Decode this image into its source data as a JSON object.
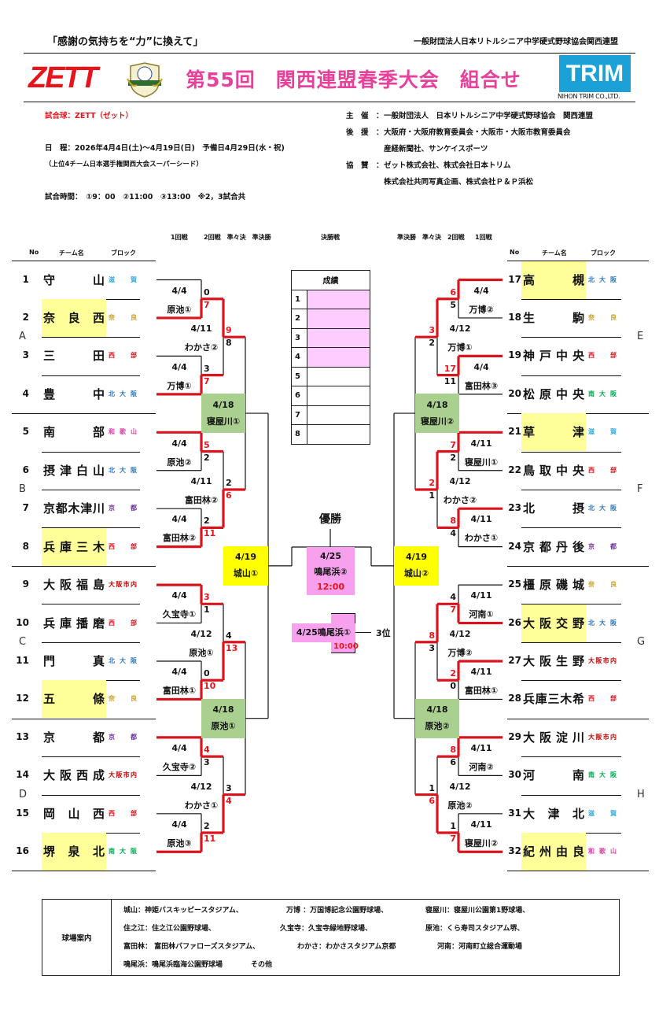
{
  "header": {
    "slogan": "「感謝の気持ちを“力”に換えて」",
    "organization": "一般財団法人日本リトルシニア中学硬式野球協会関西連盟",
    "zett_logo": "ZETT",
    "emblem_logo": "LSBA",
    "title": "第55回　関西連盟春季大会　組合せ",
    "trim_logo": "TRIM",
    "trim_sub": "NIHON TRIM CO.,LTD."
  },
  "info": {
    "ball": "試合球：ZETT（ゼット）",
    "schedule": "日　程：2026年4月4日(土)～4月19日(日)　予備日4月29日(水・祝)",
    "seed_note": "（上位4チーム日本選手権関西大会スーパーシード）",
    "times": "試合時間：　①9：00　②11:00　③13:00　※2，3試合共",
    "host_label": "主　催　：",
    "host": "一般財団法人　日本リトルシニア中学硬式野球協会　関西連盟",
    "support_label": "後　援　：",
    "support1": "大阪府・大阪府教育委員会・大阪市・大阪市教育委員会",
    "support2": "産経新聞社、サンケイスポーツ",
    "sponsor_label": "協　賛　：",
    "sponsor1": "ゼット株式会社、株式会社日本トリム",
    "sponsor2": "株式会社共同写真企画、株式会社Ｐ＆Ｐ浜松"
  },
  "round_headers": {
    "left_r1": "1回戦",
    "left_rest": "2回戦　準々決　準決勝",
    "center": "決勝戦",
    "right_rest": "準決勝　準々決　2回戦",
    "right_r1": "1回戦",
    "no": "No",
    "team": "チーム名",
    "block": "ブロック"
  },
  "colors": {
    "滋賀": "#2aa8e0",
    "奈良": "#c9a227",
    "西部": "#e8141c",
    "北大阪": "#2e75b6",
    "和歌山": "#e040a0",
    "京都": "#7030a0",
    "大阪市内": "#c00000",
    "南大阪": "#00a850"
  },
  "groups": [
    "A",
    "B",
    "C",
    "D",
    "E",
    "F",
    "G",
    "H"
  ],
  "teams": [
    {
      "no": "1",
      "name": "守山",
      "block": "滋賀",
      "seed": false
    },
    {
      "no": "2",
      "name": "奈良西",
      "block": "奈良",
      "seed": true
    },
    {
      "no": "3",
      "name": "三田",
      "block": "西部",
      "seed": false
    },
    {
      "no": "4",
      "name": "豊中",
      "block": "北大阪",
      "seed": false
    },
    {
      "no": "5",
      "name": "南部",
      "block": "和歌山",
      "seed": false
    },
    {
      "no": "6",
      "name": "摂津白山",
      "block": "北大阪",
      "seed": false
    },
    {
      "no": "7",
      "name": "京都木津川",
      "block": "京都",
      "seed": false
    },
    {
      "no": "8",
      "name": "兵庫三木",
      "block": "西部",
      "seed": true
    },
    {
      "no": "9",
      "name": "大阪福島",
      "block": "大阪市内",
      "seed": false
    },
    {
      "no": "10",
      "name": "兵庫播磨",
      "block": "西部",
      "seed": false
    },
    {
      "no": "11",
      "name": "門真",
      "block": "北大阪",
      "seed": false
    },
    {
      "no": "12",
      "name": "五條",
      "block": "奈良",
      "seed": true
    },
    {
      "no": "13",
      "name": "京都",
      "block": "京都",
      "seed": false
    },
    {
      "no": "14",
      "name": "大阪西成",
      "block": "大阪市内",
      "seed": false
    },
    {
      "no": "15",
      "name": "岡山西",
      "block": "西部",
      "seed": false
    },
    {
      "no": "16",
      "name": "堺泉北",
      "block": "南大阪",
      "seed": true
    },
    {
      "no": "17",
      "name": "高槻",
      "block": "北大阪",
      "seed": true
    },
    {
      "no": "18",
      "name": "生駒",
      "block": "奈良",
      "seed": false
    },
    {
      "no": "19",
      "name": "神戸中央",
      "block": "西部",
      "seed": false
    },
    {
      "no": "20",
      "name": "松原中央",
      "block": "南大阪",
      "seed": false
    },
    {
      "no": "21",
      "name": "草津",
      "block": "滋賀",
      "seed": true
    },
    {
      "no": "22",
      "name": "鳥取中央",
      "block": "西部",
      "seed": false
    },
    {
      "no": "23",
      "name": "北摂",
      "block": "北大阪",
      "seed": false
    },
    {
      "no": "24",
      "name": "京都丹後",
      "block": "京都",
      "seed": false
    },
    {
      "no": "25",
      "name": "橿原磯城",
      "block": "奈良",
      "seed": false
    },
    {
      "no": "26",
      "name": "大阪交野",
      "block": "北大阪",
      "seed": true
    },
    {
      "no": "27",
      "name": "大阪生野",
      "block": "大阪市内",
      "seed": false
    },
    {
      "no": "28",
      "name": "兵庫三木希",
      "block": "西部",
      "seed": false
    },
    {
      "no": "29",
      "name": "大阪淀川",
      "block": "大阪市内",
      "seed": false
    },
    {
      "no": "30",
      "name": "河南",
      "block": "南大阪",
      "seed": false
    },
    {
      "no": "31",
      "name": "大津北",
      "block": "滋賀",
      "seed": false
    },
    {
      "no": "32",
      "name": "紀州由良",
      "block": "和歌山",
      "seed": true
    }
  ],
  "left": {
    "r1": [
      {
        "date": "4/4",
        "venue": "原池①",
        "scores": [
          "0",
          "7"
        ],
        "winner": 1
      },
      {
        "date": "4/4",
        "venue": "万博①",
        "scores": [
          "3",
          "7"
        ],
        "winner": 1
      },
      {
        "date": "4/4",
        "venue": "原池②",
        "scores": [
          "5",
          "2"
        ],
        "winner": 0
      },
      {
        "date": "4/4",
        "venue": "富田林②",
        "scores": [
          "2",
          "11"
        ],
        "winner": 1
      },
      {
        "date": "4/4",
        "venue": "久宝寺①",
        "scores": [
          "3",
          "1"
        ],
        "winner": 0
      },
      {
        "date": "4/4",
        "venue": "富田林①",
        "scores": [
          "0",
          "10"
        ],
        "winner": 1
      },
      {
        "date": "4/4",
        "venue": "久宝寺②",
        "scores": [
          "4",
          "3"
        ],
        "winner": 0
      },
      {
        "date": "4/4",
        "venue": "原池③",
        "scores": [
          "2",
          "11"
        ],
        "winner": 1
      }
    ],
    "r2": [
      {
        "date": "4/11",
        "venue": "わかさ②",
        "scores": [
          "9",
          "8"
        ],
        "winner": 0
      },
      {
        "date": "4/11",
        "venue": "富田林②",
        "scores": [
          "2",
          "6"
        ],
        "winner": 1
      },
      {
        "date": "4/12",
        "venue": "原池①",
        "scores": [
          "4",
          "13"
        ],
        "winner": 1
      },
      {
        "date": "4/12",
        "venue": "わかさ①",
        "scores": [
          "3",
          "4"
        ],
        "winner": 1
      }
    ],
    "qf": [
      {
        "date": "4/18",
        "venue": "寝屋川①"
      },
      {
        "date": "4/18",
        "venue": "原池①"
      }
    ],
    "sf": {
      "date": "4/19",
      "venue": "城山①"
    }
  },
  "right": {
    "r1": [
      {
        "date": "4/4",
        "venue": "万博②",
        "scores": [
          "6",
          "5"
        ],
        "winner": 0
      },
      {
        "date": "4/4",
        "venue": "富田林③",
        "scores": [
          "17",
          "11"
        ],
        "winner": 0
      },
      {
        "date": "4/11",
        "venue": "寝屋川①",
        "scores": [
          "7",
          "2"
        ],
        "winner": 0
      },
      {
        "date": "4/11",
        "venue": "わかさ①",
        "scores": [
          "8",
          "4"
        ],
        "winner": 0
      },
      {
        "date": "4/11",
        "venue": "河南①",
        "scores": [
          "4",
          "7"
        ],
        "winner": 1
      },
      {
        "date": "4/11",
        "venue": "富田林①",
        "scores": [
          "2",
          "0"
        ],
        "winner": 0
      },
      {
        "date": "4/11",
        "venue": "河南②",
        "scores": [
          "8",
          "6"
        ],
        "winner": 0
      },
      {
        "date": "4/11",
        "venue": "寝屋川②",
        "scores": [
          "1",
          "7"
        ],
        "winner": 1
      }
    ],
    "r2": [
      {
        "date": "4/12",
        "venue": "万博①",
        "scores": [
          "3",
          "2"
        ],
        "winner": 0
      },
      {
        "date": "4/12",
        "venue": "わかさ②",
        "scores": [
          "2",
          "1"
        ],
        "winner": 0
      },
      {
        "date": "4/12",
        "venue": "万博②",
        "scores": [
          "8",
          "3"
        ],
        "winner": 0
      },
      {
        "date": "4/12",
        "venue": "原池②",
        "scores": [
          "1",
          "6"
        ],
        "winner": 1
      }
    ],
    "qf": [
      {
        "date": "4/18",
        "venue": "寝屋川②"
      },
      {
        "date": "4/18",
        "venue": "原池②"
      }
    ],
    "sf": {
      "date": "4/19",
      "venue": "城山②"
    }
  },
  "final": {
    "label": "優勝",
    "date": "4/25",
    "venue": "鳴尾浜②",
    "time": "12:00"
  },
  "third": {
    "text": "4/25鳴尾浜①",
    "time": "10:00",
    "label": "3位"
  },
  "results": {
    "title": "成績",
    "ranks": [
      "1",
      "2",
      "3",
      "4",
      "5",
      "6",
      "7",
      "8"
    ],
    "highlighted": 4
  },
  "venues": {
    "label": "球場案内",
    "rows": [
      [
        "城山：神姫バスキッピースタジアム、",
        "万博 ：万国博記念公園野球場、",
        "寝屋川：寝屋川公園第1野球場、"
      ],
      [
        "住之江：住之江公園野球場、",
        "久宝寺：久宝寺緑地野球場、",
        "原池：くら寿司スタジアム堺、"
      ],
      [
        "富田林： 富田林バファローズスタジアム、",
        "わかさ：わかさスタジアム京都",
        "河南：河南町立総合運動場"
      ],
      [
        "鳴尾浜：鳴尾浜臨海公園野球場",
        "その他"
      ]
    ]
  }
}
